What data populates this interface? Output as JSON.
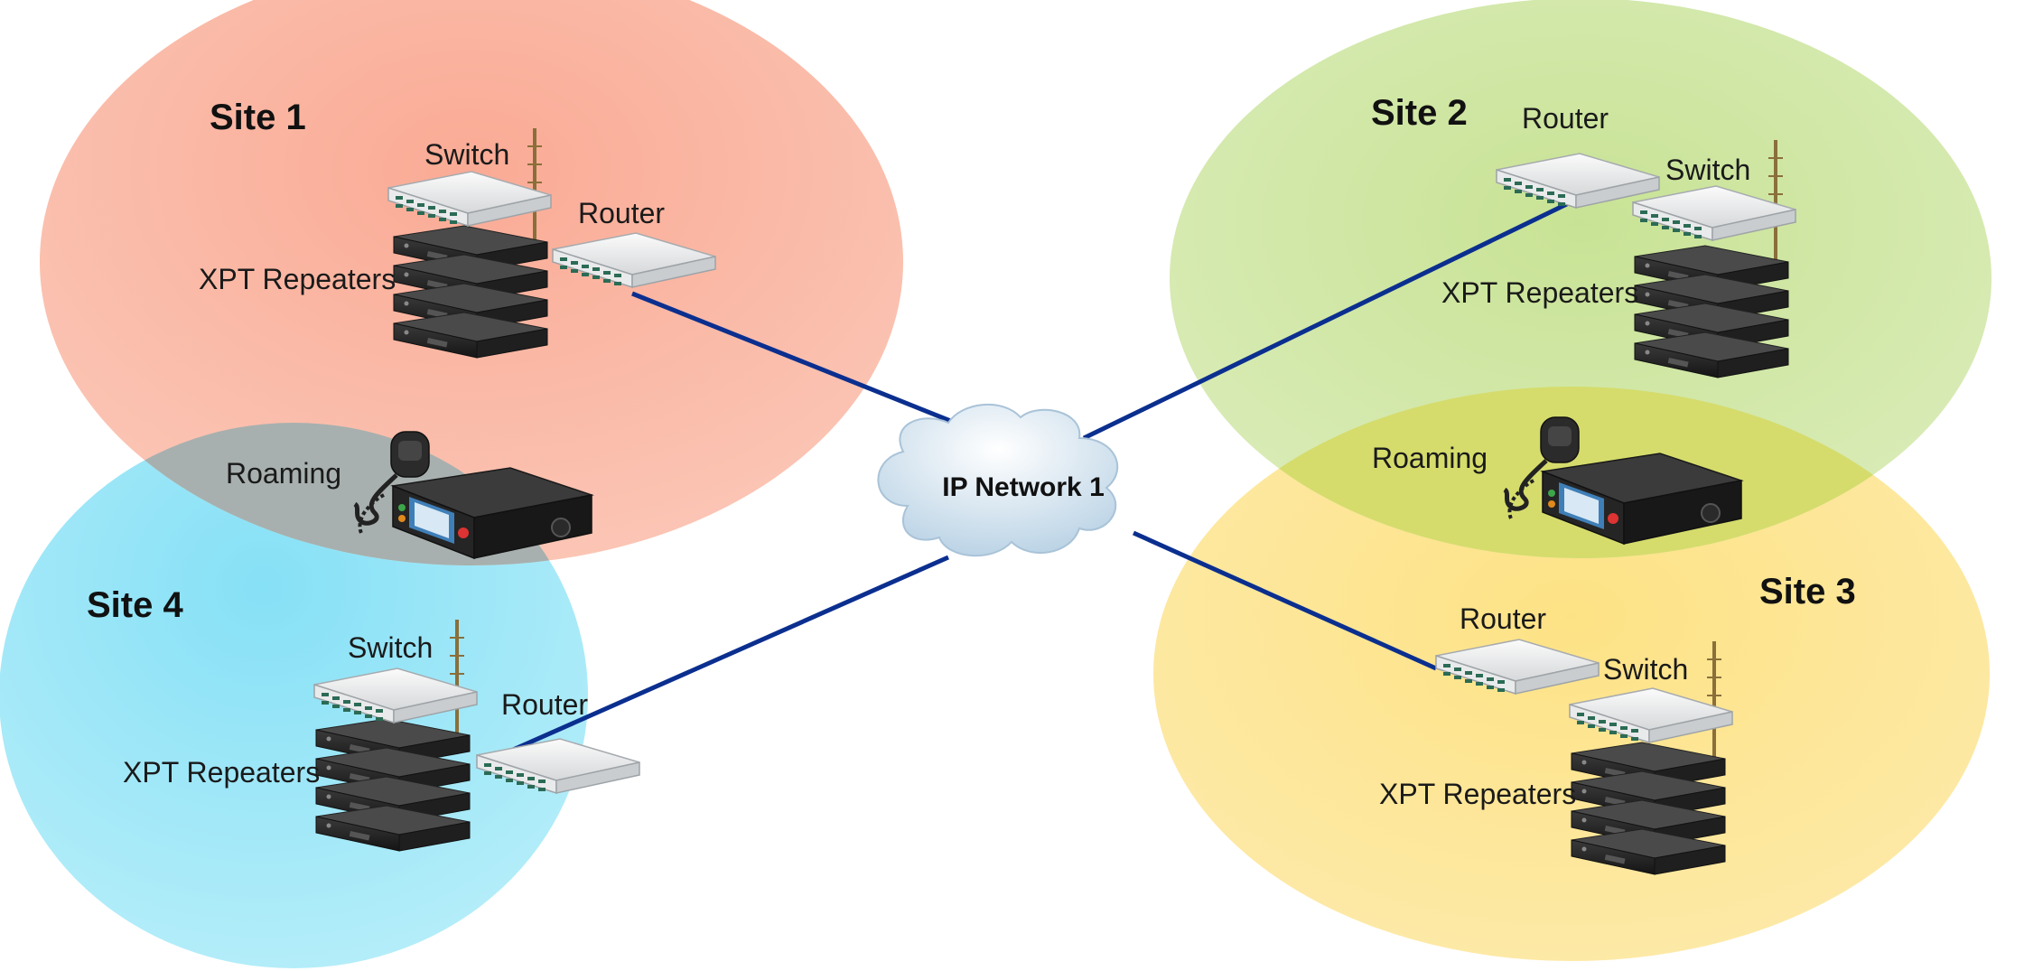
{
  "colors": {
    "site1": "#f8a58d",
    "site2": "#c6e293",
    "site3": "#fde48a",
    "site4": "#8fe2f6",
    "overlap_1_4": "#a9b1ae",
    "overlap_2_3": "#d6dd71",
    "link": "#0b2f8f",
    "cloud": "#cfe2ef"
  },
  "network": {
    "label": "IP Network 1",
    "icon": "cloud-icon"
  },
  "sites": [
    {
      "id": "site1",
      "title": "Site 1",
      "switch_label": "Switch",
      "router_label": "Router",
      "repeaters_label": "XPT Repeaters"
    },
    {
      "id": "site2",
      "title": "Site 2",
      "switch_label": "Switch",
      "router_label": "Router",
      "repeaters_label": "XPT Repeaters"
    },
    {
      "id": "site3",
      "title": "Site 3",
      "switch_label": "Switch",
      "router_label": "Router",
      "repeaters_label": "XPT Repeaters"
    },
    {
      "id": "site4",
      "title": "Site 4",
      "switch_label": "Switch",
      "router_label": "Router",
      "repeaters_label": "XPT Repeaters"
    }
  ],
  "roaming": [
    {
      "between": "Site 1 / Site 4",
      "label": "Roaming",
      "icon": "mobile-radio-icon"
    },
    {
      "between": "Site 2 / Site 3",
      "label": "Roaming",
      "icon": "mobile-radio-icon"
    }
  ],
  "links": [
    {
      "from": "Site 1 Router",
      "to": "IP Network 1"
    },
    {
      "from": "Site 2 Router",
      "to": "IP Network 1"
    },
    {
      "from": "Site 3 Router",
      "to": "IP Network 1"
    },
    {
      "from": "Site 4 Router",
      "to": "IP Network 1"
    }
  ]
}
